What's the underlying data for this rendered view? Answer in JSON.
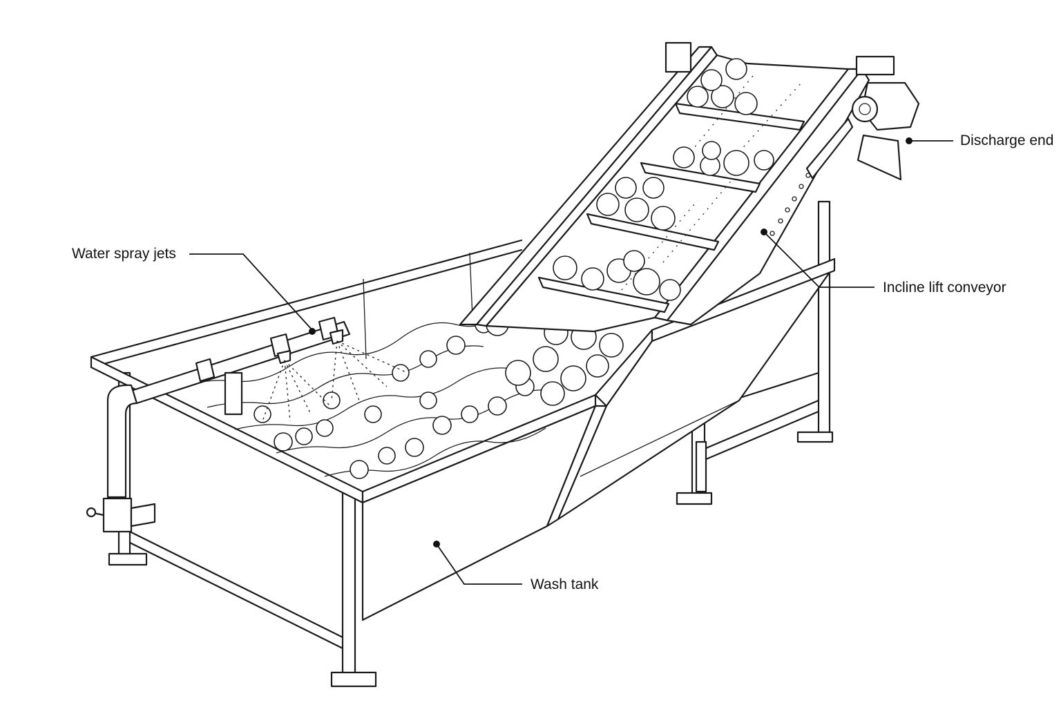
{
  "callouts": {
    "spray_jets": "Water spray jets",
    "discharge_end": "Discharge end",
    "incline_conveyor": "Incline lift conveyor",
    "wash_tank": "Wash tank"
  },
  "colors": {
    "ink": "#1a1a1a",
    "background": "#ffffff"
  }
}
